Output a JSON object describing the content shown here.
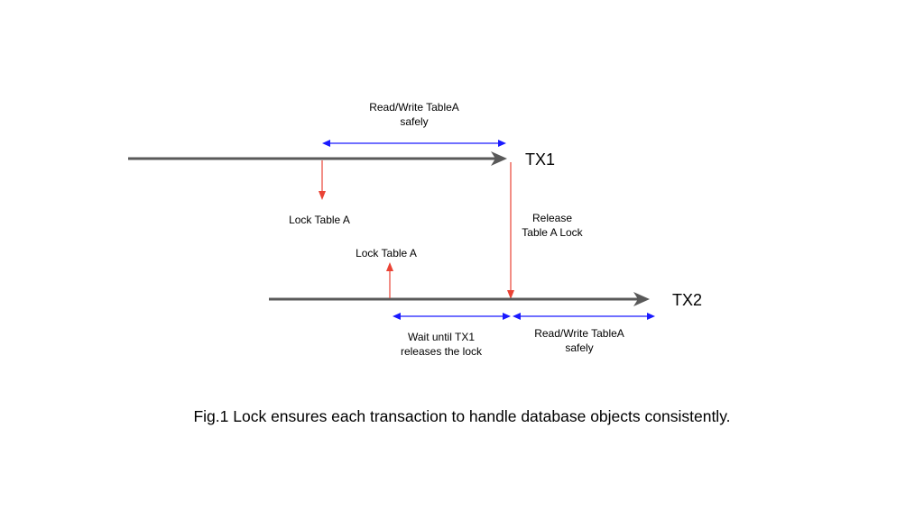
{
  "colors": {
    "timeline": "#595959",
    "lock_arrow": "#ea4335",
    "span_arrow": "#1a1aff",
    "text": "#000000"
  },
  "tx1": {
    "label": "TX1",
    "span_label_line1": "Read/Write TableA",
    "span_label_line2": "safely",
    "lock_label": "Lock Table A",
    "release_label_line1": "Release",
    "release_label_line2": "Table A Lock"
  },
  "tx2": {
    "label": "TX2",
    "lock_label": "Lock Table A",
    "wait_label_line1": "Wait until TX1",
    "wait_label_line2": "releases the lock",
    "span_label_line1": "Read/Write TableA",
    "span_label_line2": "safely"
  },
  "caption": "Fig.1 Lock ensures each transaction to handle database objects consistently."
}
